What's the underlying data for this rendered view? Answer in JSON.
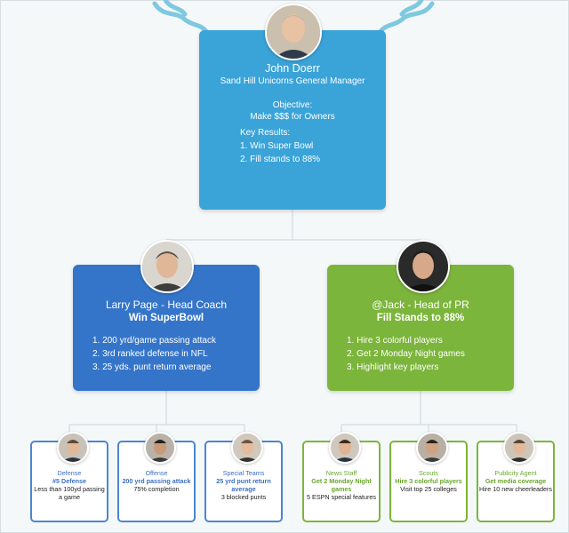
{
  "ceo": {
    "name": "John Doerr",
    "title": "Sand Hill Unicorns General Manager",
    "objective_label": "Objective:",
    "objective": "Make $$$ for Owners",
    "key_results_label": "Key Results:",
    "key_results": [
      "1. Win Super Bowl",
      "2. Fill stands to 88%"
    ]
  },
  "coach": {
    "name": "Larry Page - Head Coach",
    "objective": "Win SuperBowl",
    "key_results": [
      "1. 200 yrd/game passing attack",
      "2. 3rd ranked defense in NFL",
      "3. 25 yds. punt return average"
    ]
  },
  "pr": {
    "name": "@Jack - Head of PR",
    "objective": "Fill Stands to 88%",
    "key_results": [
      "1. Hire 3 colorful players",
      "2. Get 2 Monday Night games",
      "3. Highlight key players"
    ]
  },
  "teams": [
    {
      "title": "Defense",
      "objective": "#5 Defense",
      "result": "Less than 100yd passing a game"
    },
    {
      "title": "Offense",
      "objective": "200 yrd passing attack",
      "result": "75% completion"
    },
    {
      "title": "Special Teams",
      "objective": "25 yrd punt return average",
      "result": "3 blocked punts"
    },
    {
      "title": "News Staff",
      "objective": "Get 2 Monday Night games",
      "result": "5 ESPN special features"
    },
    {
      "title": "Scouts",
      "objective": "Hire 3 colorful players",
      "result": "Visit top 25 colleges"
    },
    {
      "title": "Publicity Agent",
      "objective": "Get media coverage",
      "result": "Hire 10 new cheerleaders"
    }
  ],
  "colors": {
    "ceo": "#3aa3d8",
    "coach": "#3575c9",
    "pr": "#7cb53b",
    "logo": "#7ec8e0"
  }
}
